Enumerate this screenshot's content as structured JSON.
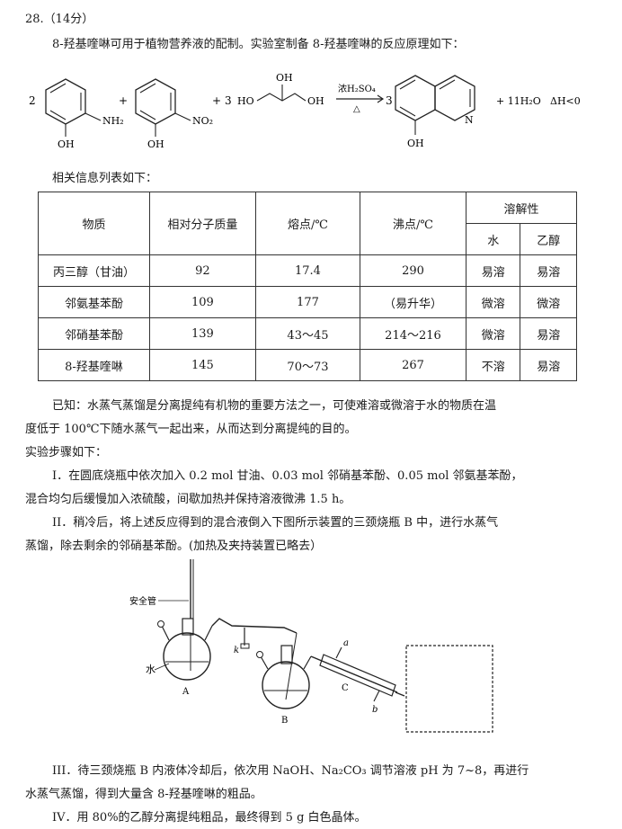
{
  "question": {
    "header": "28.（14分）",
    "intro": "8-羟基喹啉可用于植物营养液的配制。实验室制备 8-羟基喹啉的反应原理如下：",
    "equation": {
      "coef1": "2",
      "coef2": "3",
      "coef3": "3",
      "reagent_labels": [
        "NH₂",
        "OH",
        "OH",
        "NO₂",
        "HO",
        "OH",
        "OH",
        "N",
        "OH"
      ],
      "condition_top": "浓H₂SO₄",
      "condition_bottom": "△",
      "byproduct": "+ 11H₂O",
      "enthalpy": "ΔH<0",
      "plus": "+"
    },
    "table_intro": "相关信息列表如下：",
    "table": {
      "headers": {
        "substance": "物质",
        "mass": "相对分子质量",
        "mp": "熔点/℃",
        "bp": "沸点/℃",
        "solubility": "溶解性",
        "water": "水",
        "ethanol": "乙醇"
      },
      "rows": [
        [
          "丙三醇（甘油）",
          "92",
          "17.4",
          "290",
          "易溶",
          "易溶"
        ],
        [
          "邻氨基苯酚",
          "109",
          "177",
          "（易升华）",
          "微溶",
          "微溶"
        ],
        [
          "邻硝基苯酚",
          "139",
          "43～45",
          "214～216",
          "微溶",
          "易溶"
        ],
        [
          "8-羟基喹啉",
          "145",
          "70～73",
          "267",
          "不溶",
          "易溶"
        ]
      ]
    },
    "known_line1": "已知：水蒸气蒸馏是分离提纯有机物的重要方法之一，可使难溶或微溶于水的物质在温",
    "known_line2": "度低于 100℃下随水蒸气一起出来，从而达到分离提纯的目的。",
    "steps_title": "实验步骤如下：",
    "step1_line1": "I．在圆底烧瓶中依次加入 0.2 mol 甘油、0.03 mol 邻硝基苯酚、0.05 mol 邻氨基苯酚，",
    "step1_line2": "混合均匀后缓慢加入浓硫酸，间歇加热并保持溶液微沸 1.5 h。",
    "step2_line1": "II．稍冷后，将上述反应得到的混合液倒入下图所示装置的三颈烧瓶 B 中，进行水蒸气",
    "step2_line2": "蒸馏，除去剩余的邻硝基苯酚。(加热及夹持装置已略去）",
    "apparatus": {
      "safety_tube": "安全管",
      "water": "水",
      "A": "A",
      "B": "B",
      "C": "C",
      "k": "k",
      "a": "a",
      "b": "b"
    },
    "step3_line1": "III．待三颈烧瓶 B 内液体冷却后，依次用 NaOH、Na₂CO₃ 调节溶液 pH 为 7~8，再进行",
    "step3_line2": "水蒸气蒸馏，得到大量含 8-羟基喹啉的粗品。",
    "step4_line1": "IV．用 80%的乙醇分离提纯粗品，最终得到 5 g 白色晶体。"
  }
}
